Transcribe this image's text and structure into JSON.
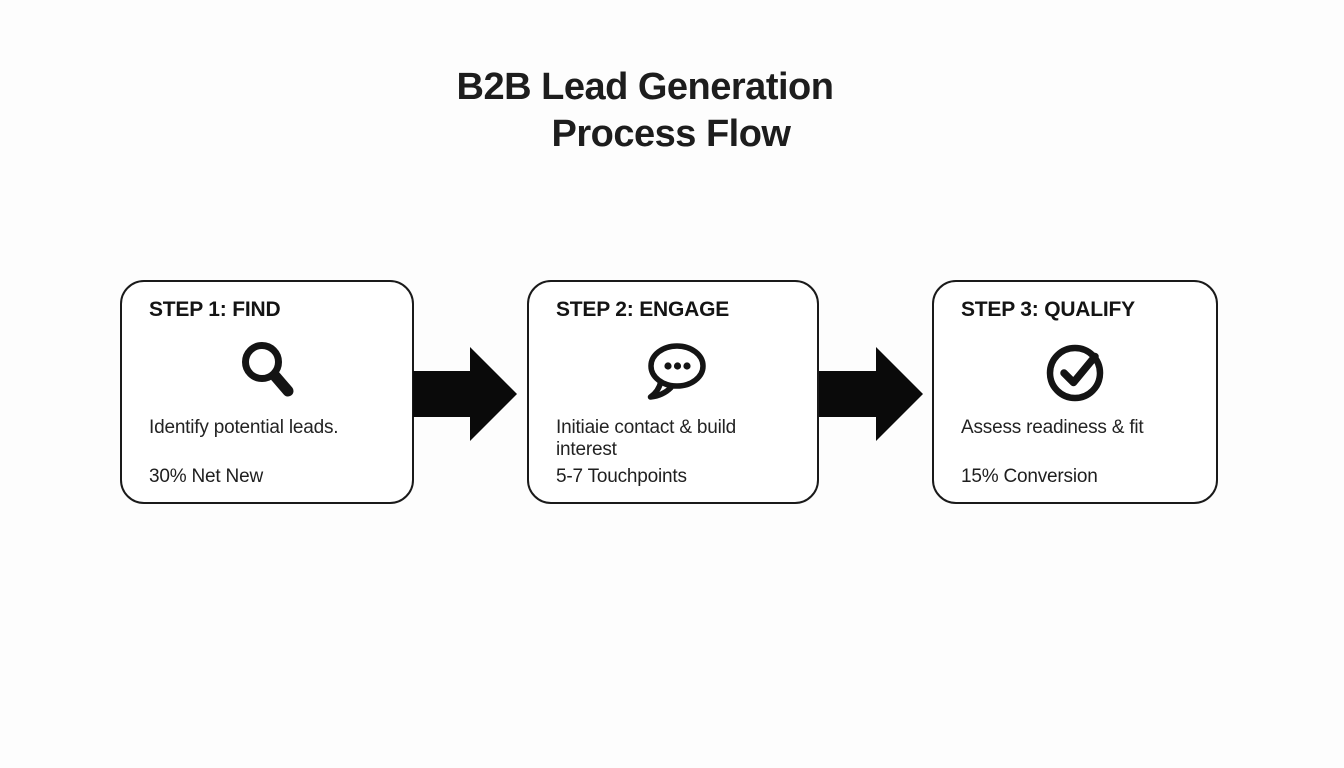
{
  "title": {
    "line1": "B2B Lead Generation",
    "line2": "Process Flow"
  },
  "steps": [
    {
      "heading": "STEP 1: FIND",
      "icon": "search-icon",
      "description": "Identify potential leads.",
      "metric": "30% Net New"
    },
    {
      "heading": "STEP 2: ENGAGE",
      "icon": "chat-bubble-icon",
      "description": "Initiaie contact & build interest",
      "metric": "5-7 Touchpoints"
    },
    {
      "heading": "STEP 3: QUALIFY",
      "icon": "check-circle-icon",
      "description": "Assess readiness & fit",
      "metric": "15% Conversion"
    }
  ],
  "connectors": [
    {
      "icon": "arrow-right-icon"
    },
    {
      "icon": "arrow-right-icon"
    }
  ],
  "colors": {
    "background": "#fdfdfd",
    "card_background": "#ffffff",
    "border": "#1a1a1a",
    "text": "#1b1b1b",
    "arrow": "#0a0a0a"
  }
}
